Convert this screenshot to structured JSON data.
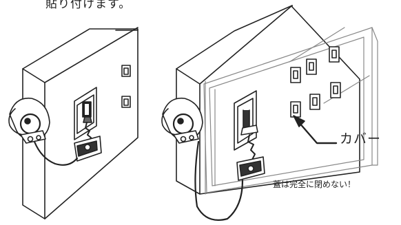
{
  "texts": {
    "top_caption": "貼り付けます。",
    "cover_label": "カバー",
    "lid_note": "蓋は完全に閉めない！"
  },
  "colors": {
    "line": "#222222",
    "cover_line": "#888888",
    "background": "#ffffff"
  }
}
